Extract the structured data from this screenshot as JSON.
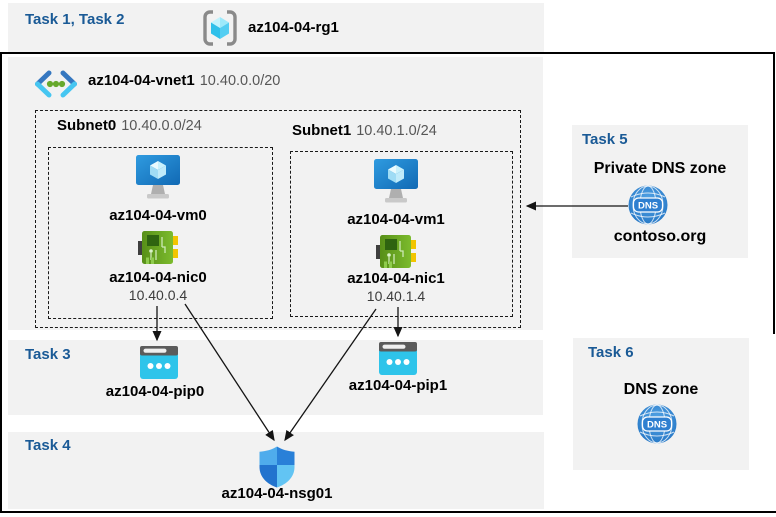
{
  "header": {
    "tasks": "Task 1, Task 2",
    "resource_group": "az104-04-rg1"
  },
  "vnet": {
    "name": "az104-04-vnet1",
    "cidr": "10.40.0.0/20",
    "subnets": [
      {
        "name": "Subnet0",
        "cidr": "10.40.0.0/24",
        "vm": "az104-04-vm0",
        "nic": "az104-04-nic0",
        "ip": "10.40.0.4"
      },
      {
        "name": "Subnet1",
        "cidr": "10.40.1.0/24",
        "vm": "az104-04-vm1",
        "nic": "az104-04-nic1",
        "ip": "10.40.1.4"
      }
    ]
  },
  "task3": {
    "label": "Task 3",
    "pip0": "az104-04-pip0",
    "pip1": "az104-04-pip1"
  },
  "task4": {
    "label": "Task 4",
    "nsg": "az104-04-nsg01"
  },
  "task5": {
    "label": "Task 5",
    "title": "Private DNS zone",
    "zone_name": "contoso.org",
    "dns_badge": "DNS"
  },
  "task6": {
    "label": "Task 6",
    "title": "DNS zone",
    "dns_badge": "DNS"
  },
  "icons": [
    "resource-group-icon",
    "virtual-network-icon",
    "vm-icon",
    "nic-icon",
    "public-ip-icon",
    "nsg-shield-icon",
    "dns-zone-icon"
  ],
  "colors": {
    "heading_blue": "#1a5a96",
    "panel_gray": "#f2f2f2",
    "arrow_black": "#141414",
    "pip_cyan": "#2ec4ea",
    "nic_green": "#63a51e",
    "dns_blue": "#2e7fd0"
  }
}
